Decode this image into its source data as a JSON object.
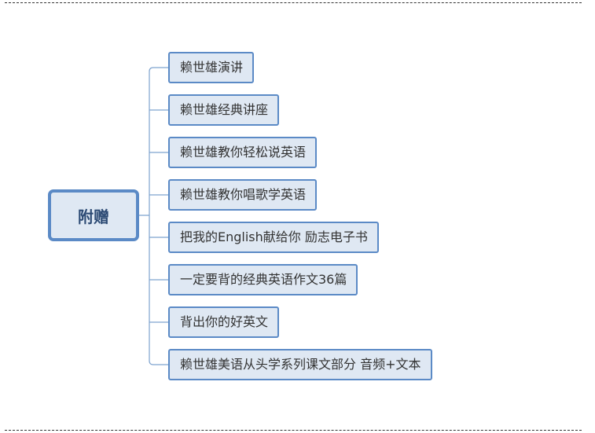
{
  "mindmap": {
    "root": "附赠",
    "children": [
      "赖世雄演讲",
      "赖世雄经典讲座",
      "赖世雄教你轻松说英语",
      "赖世雄教你唱歌学英语",
      "把我的English献给你 励志电子书",
      "一定要背的经典英语作文36篇",
      "背出你的好英文",
      "赖世雄美语从头学系列课文部分 音频+文本"
    ]
  },
  "colors": {
    "node_border": "#5b8ac6",
    "node_fill": "#dfe8f3",
    "connector": "#7ea3cf",
    "root_text": "#2c4a74"
  }
}
